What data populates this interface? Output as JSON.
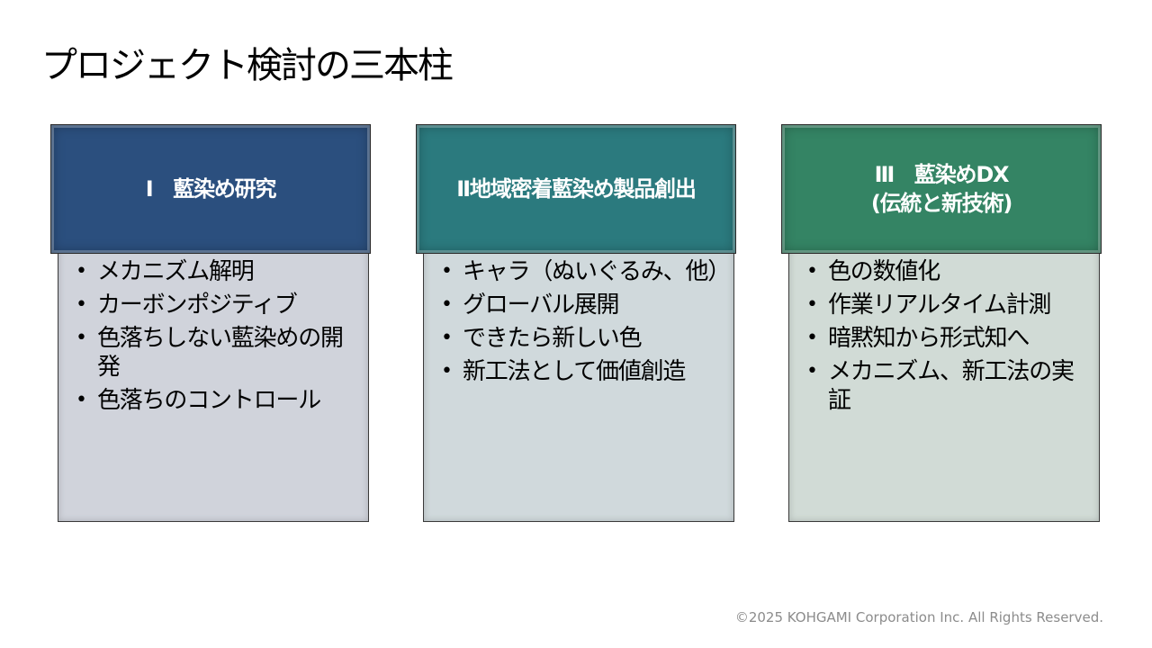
{
  "slide": {
    "title": "プロジェクト検討の三本柱",
    "copyright": "©2025 KOHGAMI  Corporation  Inc.   All Rights Reserved."
  },
  "pillars": [
    {
      "header_lines": [
        "Ⅰ　藍染め研究"
      ],
      "items": [
        "メカニズム解明",
        "カーボンポジティブ",
        "色落ちしない藍染めの開発",
        "色落ちのコントロール"
      ],
      "header_color": "#2b4f7e",
      "body_color": "#d0d3db"
    },
    {
      "header_lines": [
        "Ⅱ地域密着藍染め製品創出"
      ],
      "items": [
        "キャラ（ぬいぐるみ、他）",
        "グローバル展開",
        "できたら新しい色",
        "新工法として価値創造"
      ],
      "header_color": "#2b7a7e",
      "body_color": "#d0d9dc"
    },
    {
      "header_lines": [
        "Ⅲ　藍染めDX",
        "(伝統と新技術)"
      ],
      "items": [
        "色の数値化",
        "作業リアルタイム計測",
        "暗黙知から形式知へ",
        "メカニズム、新工法の実証"
      ],
      "header_color": "#348464",
      "body_color": "#d1dbd6"
    }
  ]
}
